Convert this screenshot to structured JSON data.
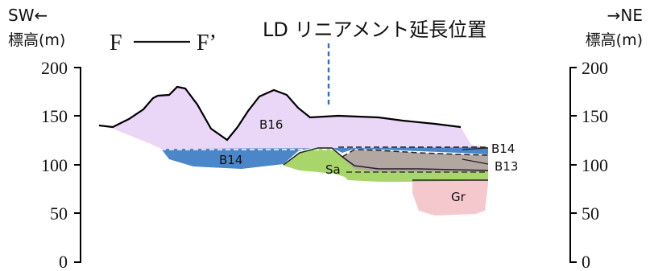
{
  "header": {
    "left_direction": "SW←",
    "right_direction": "→NE",
    "left_axis_label": "標高(m)",
    "right_axis_label": "標高(m)",
    "section_start": "F",
    "section_end": "F’",
    "lineament_label": "LD リニアメント延長位置"
  },
  "axis": {
    "ticks": [
      "200",
      "150",
      "100",
      "50",
      "0"
    ]
  },
  "units": [
    {
      "id": "B16",
      "label": "B16",
      "color": "#ead6f6"
    },
    {
      "id": "B14",
      "label": "B14",
      "color": "#4a86c8"
    },
    {
      "id": "Sa",
      "label": "Sa",
      "color": "#a9d66b"
    },
    {
      "id": "B13",
      "label": "B13",
      "color": "#b3a7a2"
    },
    {
      "id": "Gr",
      "label": "Gr",
      "color": "#f4c8cc"
    }
  ],
  "side_labels": {
    "b14": "B14",
    "b13": "B13"
  },
  "colors": {
    "lineament_marker": "#2d6fd6",
    "outline": "#000000"
  }
}
